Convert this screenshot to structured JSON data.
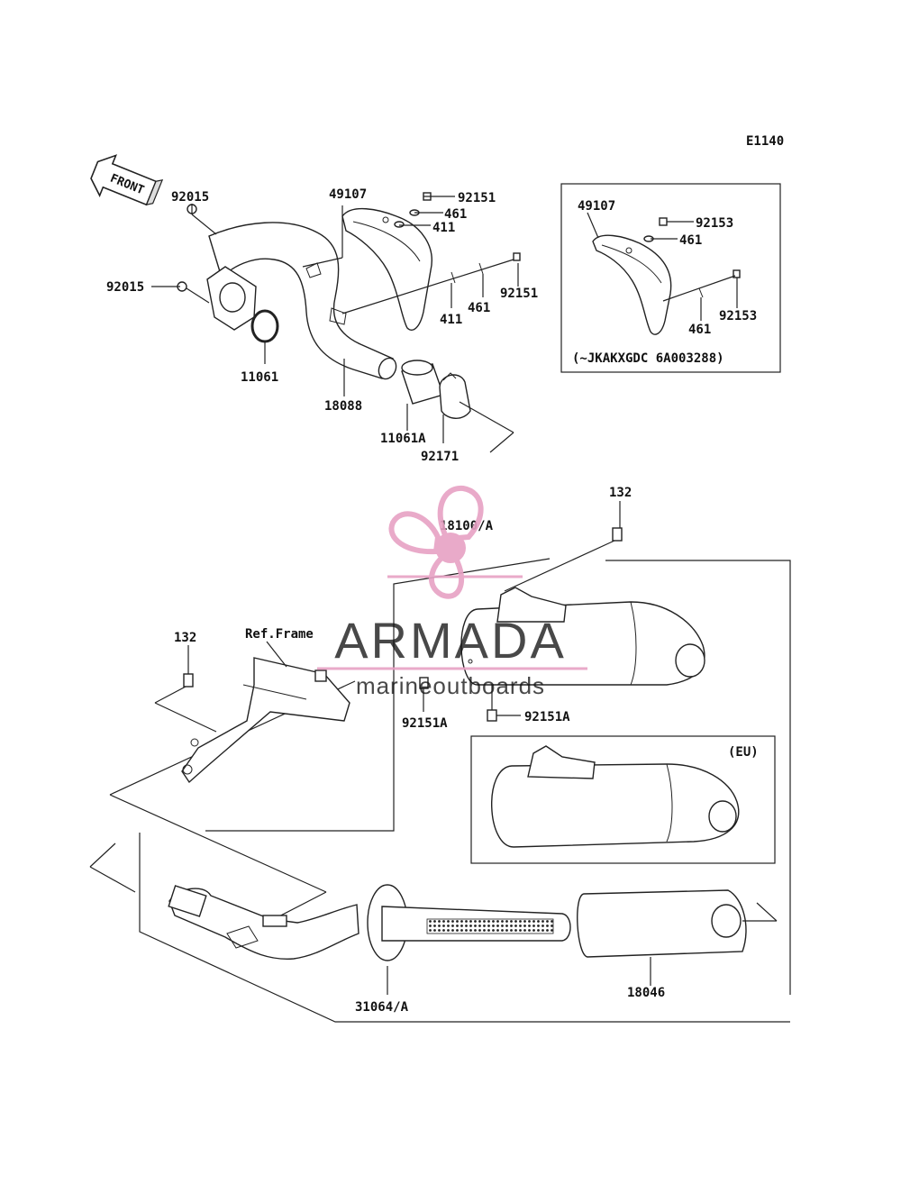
{
  "diagram_code": "E1140",
  "front_label": "FRONT",
  "ref_frame": "Ref.Frame",
  "labels": {
    "p92015a": "92015",
    "p92015b": "92015",
    "p11061": "11061",
    "p18088": "18088",
    "p11061A": "11061A",
    "p92171": "92171",
    "p49107": "49107",
    "p92151a": "92151",
    "p461a": "461",
    "p411a": "411",
    "p411b": "411",
    "p461b": "461",
    "p92151b": "92151",
    "inset_49107": "49107",
    "inset_92153a": "92153",
    "inset_461a": "461",
    "inset_461b": "461",
    "inset_92153b": "92153",
    "inset_note": "(~JKAKXGDC 6A003288)",
    "p132a": "132",
    "p18100A": "18100/A",
    "p132b": "132",
    "p92151Aa": "92151A",
    "p92151Ab": "92151A",
    "eu": "(EU)",
    "p31064A": "31064/A",
    "p18046": "18046"
  },
  "watermark": {
    "brand": "ARMADA",
    "tagline": "marineoutboards",
    "color": "#e7a1c4"
  }
}
